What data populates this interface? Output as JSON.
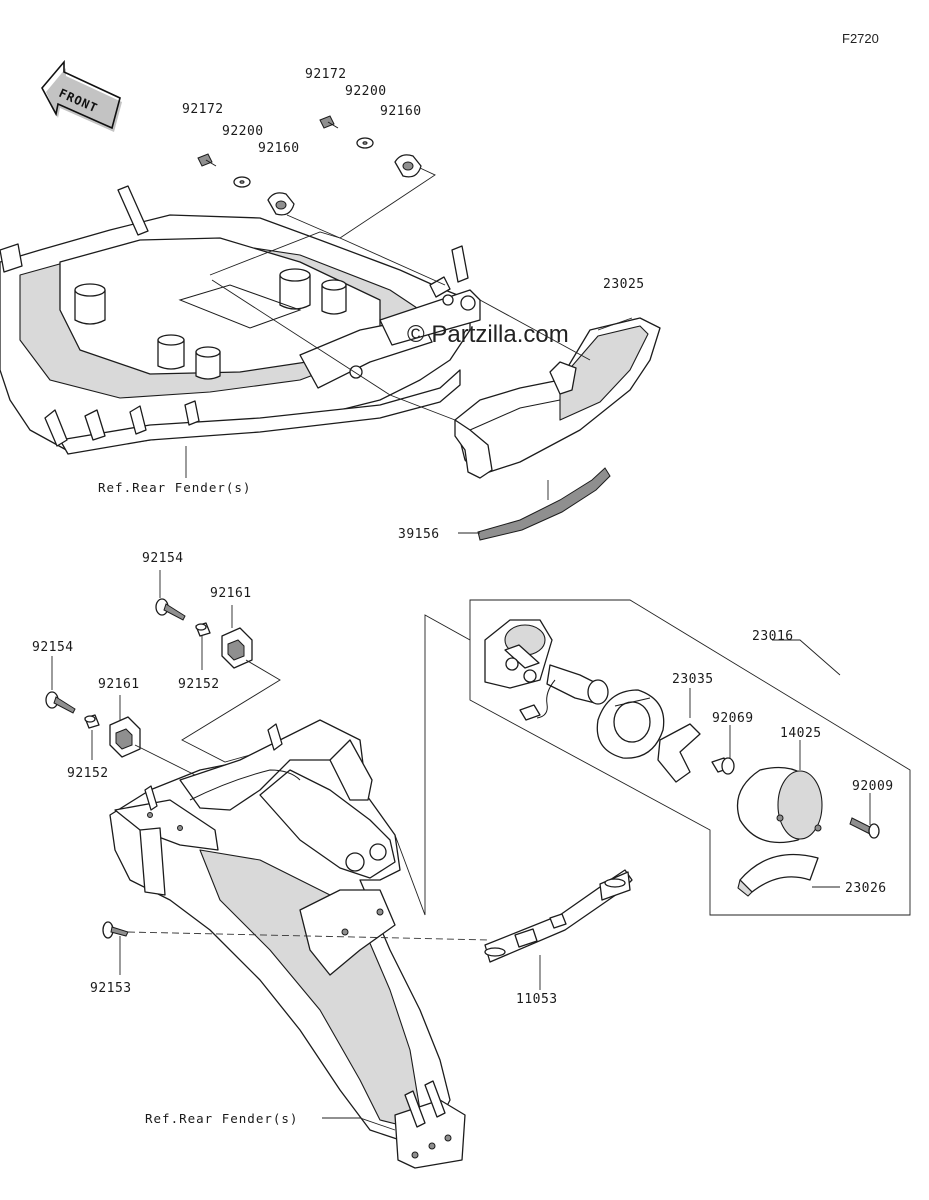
{
  "figure_code": "F2720",
  "front_label": "FRONT",
  "watermark": "© Partzilla.com",
  "parts": {
    "p92172_a": "92172",
    "p92200_a": "92200",
    "p92160_a": "92160",
    "p92172_b": "92172",
    "p92200_b": "92200",
    "p92160_b": "92160",
    "p23025": "23025",
    "p39156": "39156",
    "p92154_a": "92154",
    "p92161_a": "92161",
    "p92152_a": "92152",
    "p92154_b": "92154",
    "p92161_b": "92161",
    "p92152_b": "92152",
    "p23016": "23016",
    "p23035": "23035",
    "p92069": "92069",
    "p14025": "14025",
    "p92009": "92009",
    "p23026": "23026",
    "p92153": "92153",
    "p11053": "11053"
  },
  "refs": {
    "rear_fender_top": "Ref.Rear Fender(s)",
    "rear_fender_bottom": "Ref.Rear Fender(s)"
  }
}
